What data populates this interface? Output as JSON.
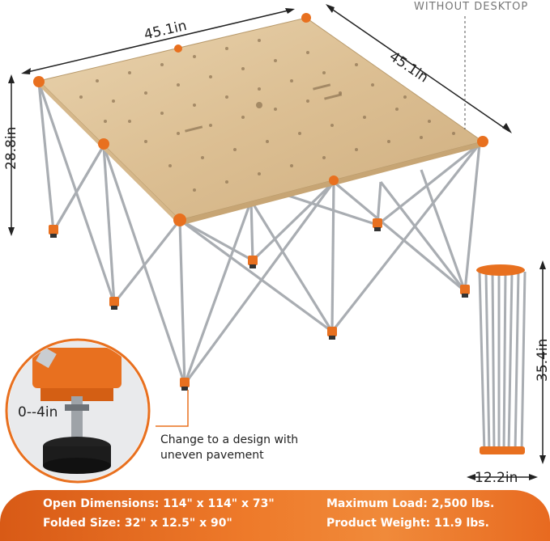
{
  "labels": {
    "without_desktop": "WITHOUT DESKTOP",
    "top_width": "45.1in",
    "top_depth": "45.1in",
    "height": "28.8in",
    "folded_height": "35.4in",
    "folded_width": "12.2in",
    "adjust_range": "0--4in",
    "note_line1": "Change to a design with",
    "note_line2": "uneven pavement"
  },
  "specs": {
    "open_dimensions": "Open Dimensions: 114\" x 114\" x 73\"",
    "folded_size": "Folded Size: 32\" x 12.5\" x 90\"",
    "maximum_load": "Maximum Load: 2,500 lbs.",
    "product_weight": "Product Weight: 11.9 lbs."
  },
  "colors": {
    "accent_orange": "#e8701f",
    "tabletop": "#dfc39a",
    "steel": "#b9bcc0"
  }
}
